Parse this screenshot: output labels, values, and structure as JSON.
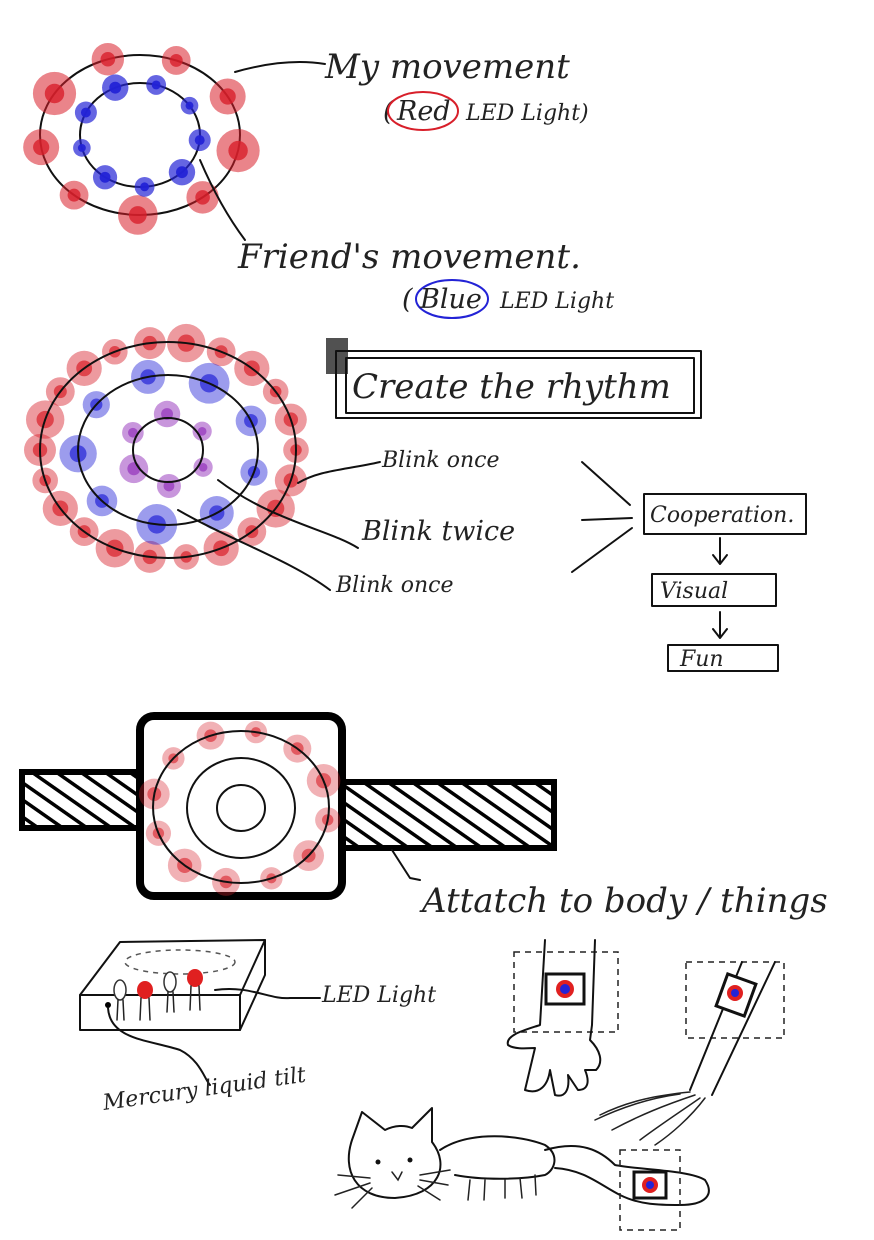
{
  "colors": {
    "red": "#d81f2a",
    "blue": "#2323d6",
    "purple": "#9a3fbf",
    "ink": "#111111"
  },
  "labels": {
    "my_movement": "My movement",
    "red_open": "(",
    "red_word": "Red",
    "red_close": "LED Light)",
    "friends_movement": "Friend's movement.",
    "blue_open": "(",
    "blue_word": "Blue",
    "blue_close": "LED Light",
    "create_rhythm": "Create the rhythm",
    "blink_once_1": "Blink once",
    "blink_twice": "Blink twice",
    "blink_once_2": "Blink once",
    "cooperation": "Cooperation.",
    "visual": "Visual",
    "fun": "Fun",
    "attach": "Attatch to body / things",
    "led_light": "LED Light",
    "mercury": "Mercury liquid tilt"
  }
}
